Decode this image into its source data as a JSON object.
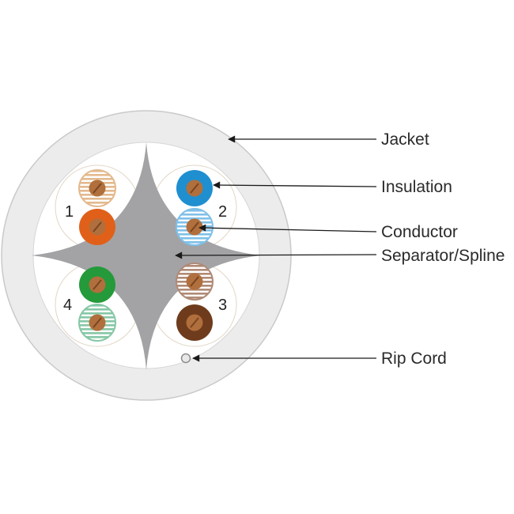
{
  "callouts": {
    "jacket": "Jacket",
    "insulation": "Insulation",
    "conductor": "Conductor",
    "separator": "Separator/Spline",
    "rip_cord": "Rip Cord"
  },
  "pairs": [
    {
      "number": "1",
      "solid_color": "#e0601a",
      "stripe_color": "#e3b98e"
    },
    {
      "number": "2",
      "solid_color": "#1f8fd0",
      "stripe_color": "#7fc0e8"
    },
    {
      "number": "3",
      "solid_color": "#6e3c1c",
      "stripe_color": "#b08a76"
    },
    {
      "number": "4",
      "solid_color": "#249a3a",
      "stripe_color": "#86c7a6"
    }
  ],
  "colors": {
    "jacket": "#ececec",
    "spline": "#a3a3a6",
    "conductor": "#b06f3c",
    "leader": "#1a1a1a"
  }
}
